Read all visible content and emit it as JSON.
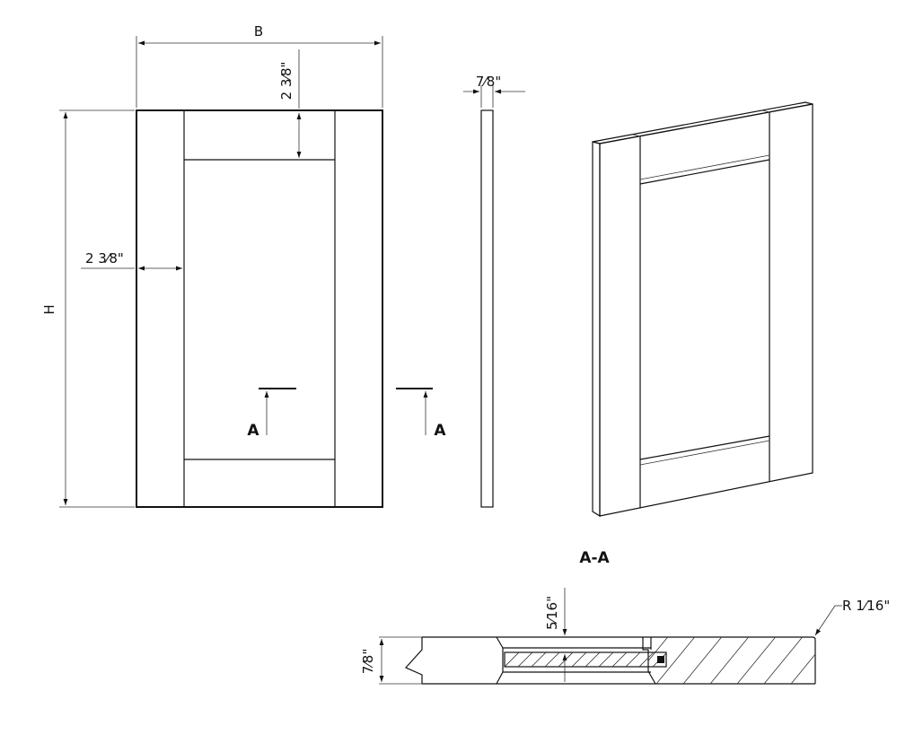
{
  "labels": {
    "width": "B",
    "height": "H",
    "top_rail": "2 3⁄8\"",
    "left_stile": "2 3⁄8\"",
    "thickness_side": "7⁄8\"",
    "section_left": "A",
    "section_right": "A",
    "section_title": "A-A",
    "panel_depth": "5⁄16\"",
    "thickness_section": "7⁄8\"",
    "radius": "R 1⁄16\""
  }
}
